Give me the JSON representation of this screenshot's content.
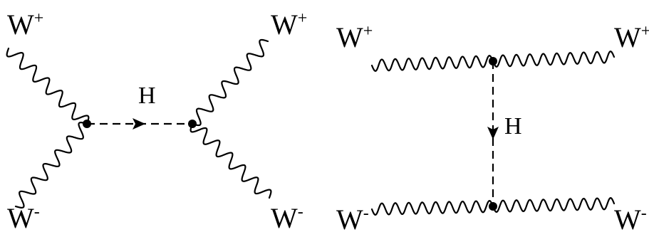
{
  "diagrams": [
    {
      "id": "s-channel",
      "labels": {
        "top_left": {
          "base": "W",
          "sup": "+"
        },
        "bottom_left": {
          "base": "W",
          "sup": "-"
        },
        "top_right": {
          "base": "W",
          "sup": "+"
        },
        "bottom_right": {
          "base": "W",
          "sup": "-"
        },
        "propagator": "H"
      }
    },
    {
      "id": "t-channel",
      "labels": {
        "top_left": {
          "base": "W",
          "sup": "+"
        },
        "top_right": {
          "base": "W",
          "sup": "+"
        },
        "bottom_left": {
          "base": "W",
          "sup": "-"
        },
        "bottom_right": {
          "base": "W",
          "sup": "-"
        },
        "propagator": "H"
      }
    }
  ],
  "colors": {
    "line": "#000000",
    "background": "#ffffff"
  }
}
